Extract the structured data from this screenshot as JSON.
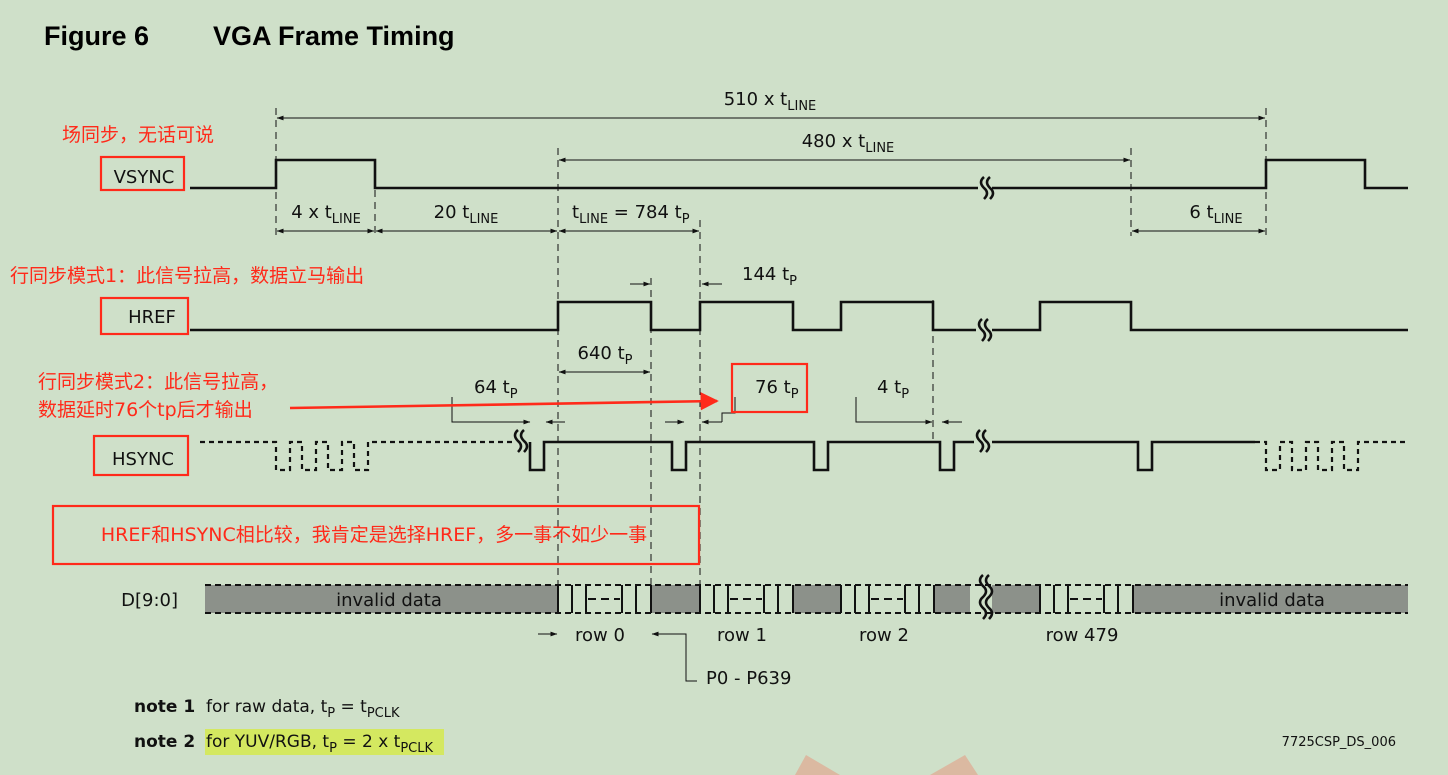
{
  "figure": {
    "number": "Figure 6",
    "title": "VGA Frame Timing"
  },
  "signals": {
    "vsync": "VSYNC",
    "href": "HREF",
    "hsync": "HSYNC",
    "data": "D[9:0]"
  },
  "annotations": {
    "vsync_note": "场同步，无话可说",
    "href_note": "行同步模式1：此信号拉高，数据立马输出",
    "hsync_note_line1": "行同步模式2：此信号拉高，",
    "hsync_note_line2": "数据延时76个tp后才输出",
    "comparison": "HREF和HSYNC相比较，我肯定是选择HREF，多一事不如少一事"
  },
  "timing": {
    "frame": {
      "prefix": "510 x t",
      "sub": "LINE"
    },
    "active": {
      "prefix": "480 x t",
      "sub": "LINE"
    },
    "vsync_pulse": {
      "prefix": "4 x t",
      "sub": "LINE"
    },
    "back_porch": {
      "prefix": "20 t",
      "sub": "LINE"
    },
    "tline": {
      "a": "t",
      "a_sub": "LINE",
      "mid": " = 784 t",
      "b_sub": "P"
    },
    "front_porch": {
      "prefix": "6 t",
      "sub": "LINE"
    },
    "href_blank": {
      "prefix": "144 t",
      "sub": "P"
    },
    "href_active": {
      "prefix": "640 t",
      "sub": "P"
    },
    "hsync_pulse": {
      "prefix": "64 t",
      "sub": "P"
    },
    "hsync_delay": {
      "prefix": "76 t",
      "sub": "P"
    },
    "hsync_front": {
      "prefix": "4 t",
      "sub": "P"
    }
  },
  "data_bus": {
    "invalid_left": "invalid data",
    "invalid_right": "invalid data",
    "rows": [
      "row 0",
      "row 1",
      "row 2",
      "row 479"
    ],
    "pixels": "P0 - P639"
  },
  "notes": [
    {
      "key": "note 1",
      "text": "for raw data, t",
      "sub1": "P",
      "mid": " = t",
      "sub2": "PCLK"
    },
    {
      "key": "note 2",
      "text": "for YUV/RGB, t",
      "sub1": "P",
      "mid": " = 2 x t",
      "sub2": "PCLK"
    }
  ],
  "doc_id": "7725CSP_DS_006",
  "colors": {
    "background": "#cfe0c9",
    "annotation": "#ff2a1a",
    "data_band": "#8c918a",
    "highlight": "#d4e860"
  }
}
